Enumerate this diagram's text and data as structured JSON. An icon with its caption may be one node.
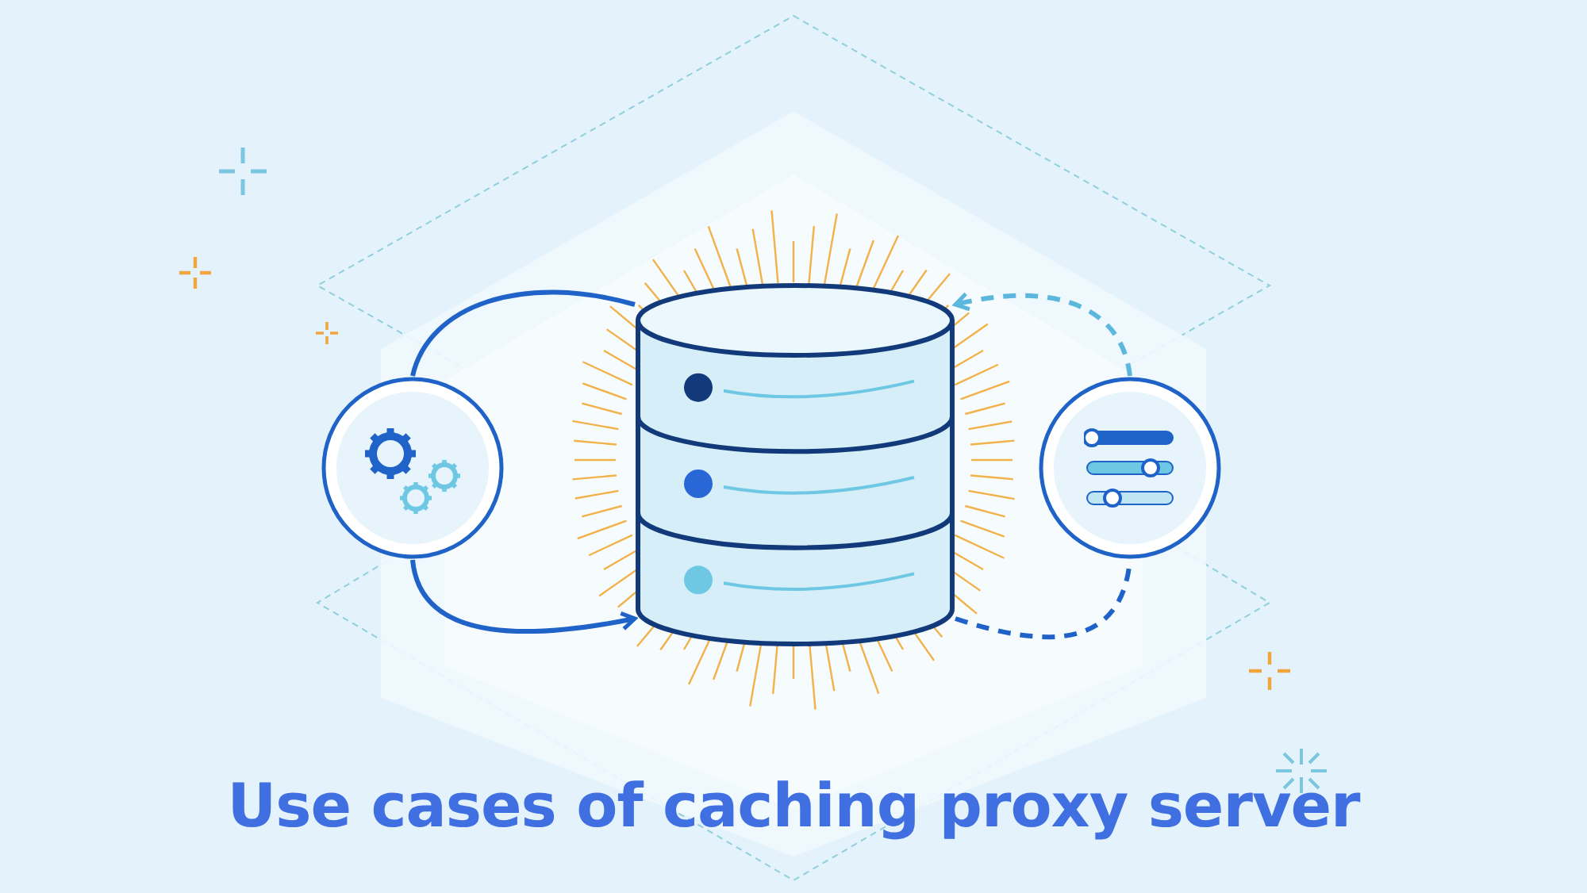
{
  "diagram": {
    "title": "Use cases of caching proxy server",
    "nodes": [
      {
        "text": [],
        "shape": "circle"
      },
      {
        "text": [],
        "shape": "cylinder"
      },
      {
        "text": [],
        "shape": "circle"
      }
    ],
    "edges": [
      {
        "from": 1,
        "to": 0,
        "arrow": "none"
      },
      {
        "from": 0,
        "to": 1,
        "arrow": "to"
      },
      {
        "from": 2,
        "to": 1,
        "arrow": "to",
        "style": "dashed",
        "color": "#5bb8dc"
      },
      {
        "from": 1,
        "to": 2,
        "arrow": "none",
        "style": "dashed"
      }
    ]
  }
}
